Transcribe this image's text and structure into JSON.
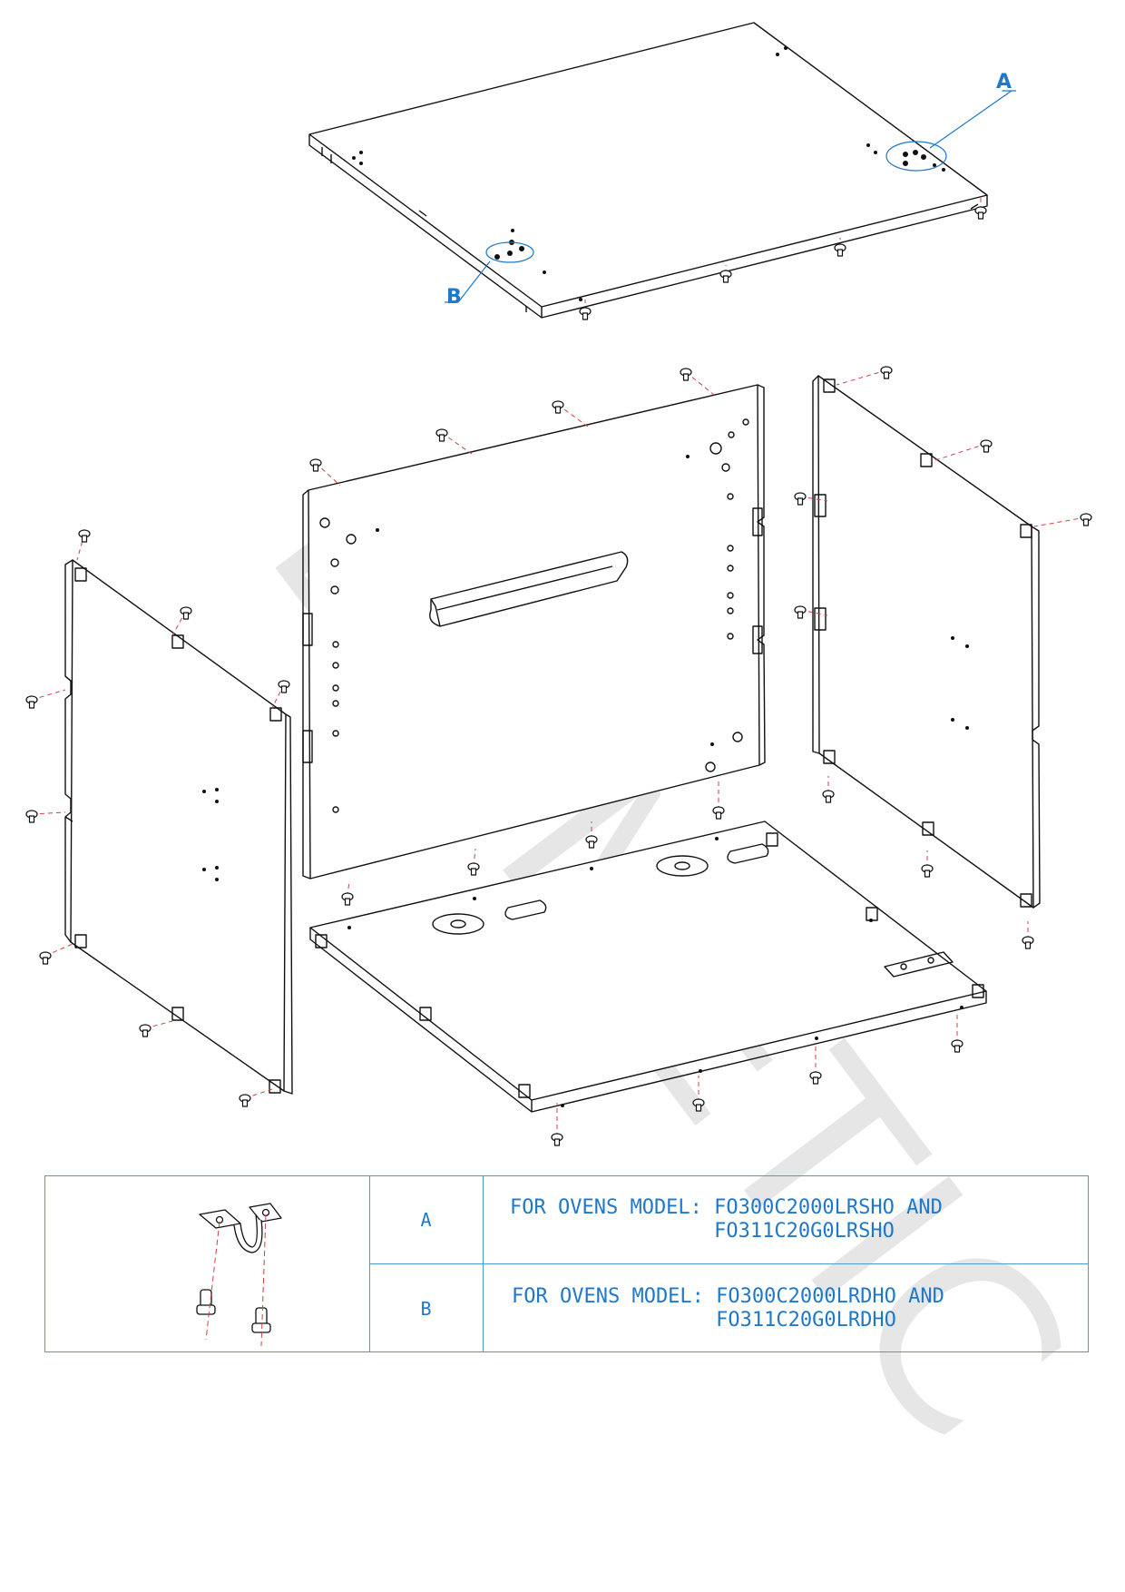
{
  "watermark": "DOMETIC",
  "callouts": {
    "a": "A",
    "b": "B"
  },
  "legend": {
    "rows": [
      {
        "key": "A",
        "line1": "FOR OVENS MODEL: FO300C2000LRSHO AND",
        "line2": "                 FO311C20G0LRSHO"
      },
      {
        "key": "B",
        "line1": "FOR OVENS MODEL: FO300C2000LRDHO AND",
        "line2": "                 FO311C20G0LRDHO"
      }
    ]
  },
  "colors": {
    "callout": "#1f78c8",
    "legend_border": "#4a9ad6",
    "lines": "#111111",
    "dash": "#d04040",
    "watermark": "#e6e6e6"
  }
}
